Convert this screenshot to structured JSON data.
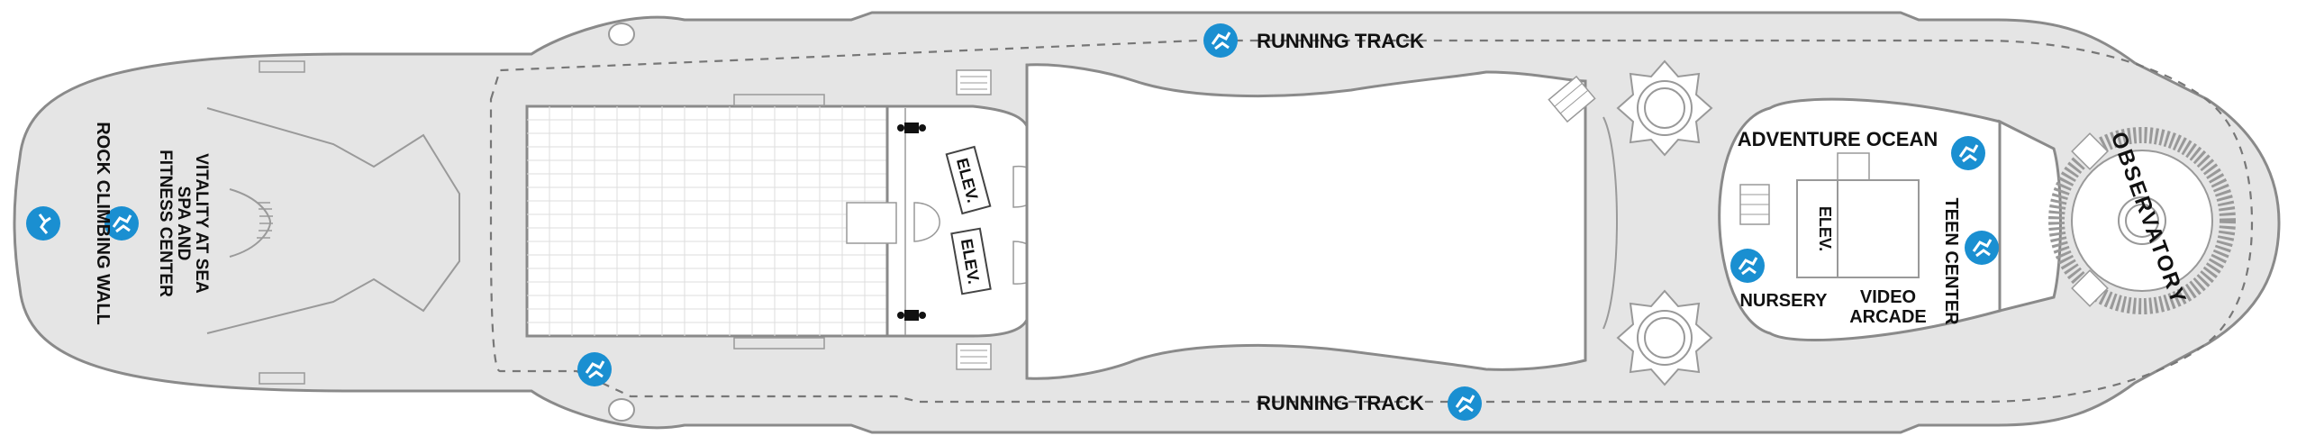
{
  "labels": {
    "running_track_top": "RUNNING TRACK",
    "running_track_bottom": "RUNNING TRACK",
    "rock_climbing_wall": "ROCK CLIMBING WALL",
    "vitality_line1": "VITALITY AT SEA",
    "vitality_line2": "SPA AND",
    "vitality_line3": "FITNESS CENTER",
    "elev_1": "ELEV.",
    "elev_2": "ELEV.",
    "elev_3": "ELEV.",
    "adventure_ocean": "ADVENTURE OCEAN",
    "teen_center": "TEEN CENTER",
    "nursery": "NURSERY",
    "video_arcade_line1": "VIDEO",
    "video_arcade_line2": "ARCADE",
    "observatory": "OBSERVATORY"
  },
  "icons": {
    "activity": "activity-icon",
    "climbing": "rock-climbing-icon",
    "restroom": "restroom-icon"
  },
  "colors": {
    "hull_fill": "#e5e5e5",
    "outline": "#8a8a8a",
    "icon_blue": "#1a8fd1",
    "text": "#111111"
  }
}
